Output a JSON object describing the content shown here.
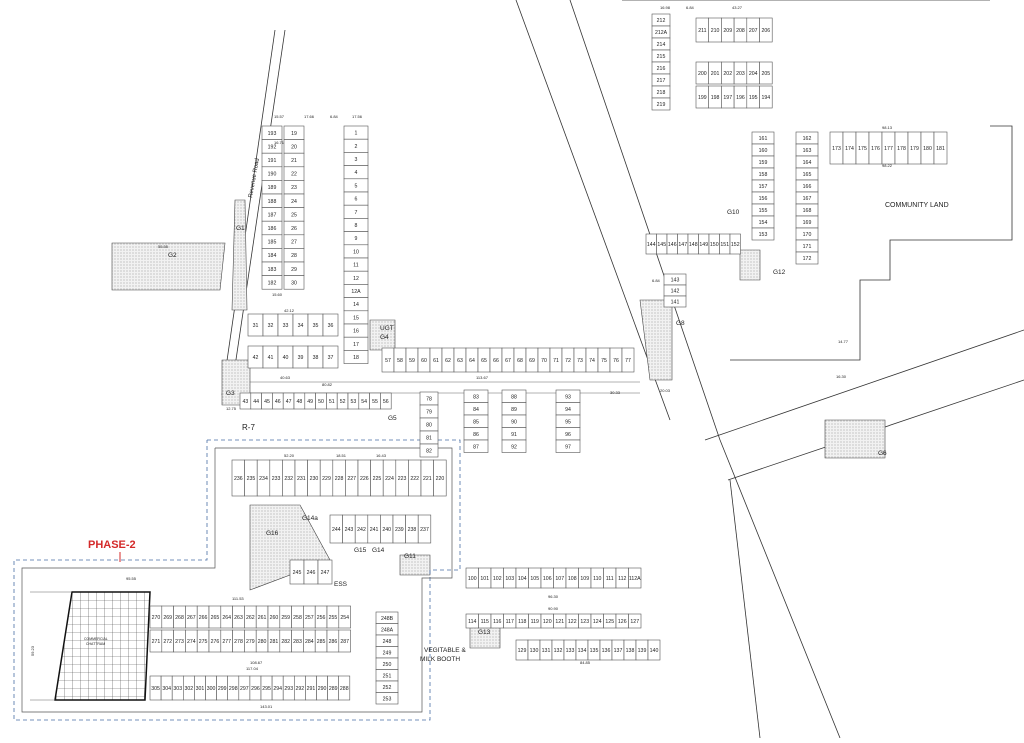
{
  "labels": {
    "phase": "PHASE-2",
    "community": "COMMUNITY LAND",
    "road": "R-7",
    "ugt": "UGT",
    "revenue_road": "Revenue Road",
    "veg_booth_1": "VEGITABLE &",
    "veg_booth_2": "MILK BOOTH",
    "commercial_1": "COMMERCIAL",
    "commercial_2": "CHATTRAM",
    "ess": "ESS"
  },
  "green_areas": [
    "G1",
    "G2",
    "G3",
    "G4",
    "G5",
    "G6",
    "G8",
    "G10",
    "G11",
    "G12",
    "G13",
    "G14",
    "G14a",
    "G15",
    "G16"
  ],
  "blocks": {
    "top_right_top": [
      "211",
      "210",
      "209",
      "208",
      "207",
      "206"
    ],
    "top_right_bottom_a": [
      "200",
      "201",
      "202",
      "203",
      "204",
      "205"
    ],
    "top_right_bottom_b": [
      "199",
      "198",
      "197",
      "196",
      "195",
      "194"
    ],
    "top_right_left": [
      "212",
      "212A",
      "214",
      "215",
      "216",
      "217",
      "218",
      "219"
    ],
    "right_col_a": [
      "161",
      "160",
      "159",
      "158",
      "157",
      "156",
      "155",
      "154",
      "153"
    ],
    "right_col_b": [
      "162",
      "163",
      "164",
      "165",
      "166",
      "167",
      "168",
      "169",
      "170",
      "171",
      "172"
    ],
    "right_row": [
      "173",
      "174",
      "175",
      "176",
      "177",
      "178",
      "179",
      "180",
      "181"
    ],
    "mid_right_row": [
      "144",
      "145",
      "146",
      "147",
      "148",
      "149",
      "150",
      "151",
      "152"
    ],
    "mid_right_small": [
      "143",
      "142",
      "141"
    ],
    "col_left_a": [
      "193",
      "192",
      "191",
      "190",
      "189",
      "188",
      "187",
      "186",
      "185",
      "184",
      "183",
      "182"
    ],
    "col_left_b": [
      "19",
      "20",
      "21",
      "22",
      "23",
      "24",
      "25",
      "26",
      "27",
      "28",
      "29",
      "30"
    ],
    "col_center": [
      "1",
      "2",
      "3",
      "4",
      "5",
      "6",
      "7",
      "8",
      "9",
      "10",
      "11",
      "12",
      "12A",
      "14",
      "15",
      "16",
      "17",
      "18"
    ],
    "mid_block_top": [
      "31",
      "32",
      "33",
      "34",
      "35",
      "36"
    ],
    "mid_block_bottom": [
      "42",
      "41",
      "40",
      "39",
      "38",
      "37"
    ],
    "long_row": [
      "57",
      "58",
      "59",
      "60",
      "61",
      "62",
      "63",
      "64",
      "65",
      "66",
      "67",
      "68",
      "69",
      "70",
      "71",
      "72",
      "73",
      "74",
      "75",
      "76",
      "77"
    ],
    "lower_row": [
      "43",
      "44",
      "45",
      "46",
      "47",
      "48",
      "49",
      "50",
      "51",
      "52",
      "53",
      "54",
      "55",
      "56"
    ],
    "block_78": [
      "78",
      "79",
      "80",
      "81",
      "82"
    ],
    "block_83": [
      "83",
      "84",
      "85",
      "86",
      "87"
    ],
    "block_88": [
      "88",
      "89",
      "90",
      "91",
      "92"
    ],
    "block_93": [
      "93",
      "94",
      "95",
      "96",
      "97"
    ],
    "row_220": [
      "236",
      "235",
      "234",
      "233",
      "232",
      "231",
      "230",
      "229",
      "228",
      "227",
      "226",
      "225",
      "224",
      "223",
      "222",
      "221",
      "220"
    ],
    "row_244": [
      "244",
      "243",
      "242",
      "241",
      "240",
      "239",
      "238",
      "237"
    ],
    "small_245": [
      "245",
      "246",
      "247"
    ],
    "row_100": [
      "100",
      "101",
      "102",
      "103",
      "104",
      "105",
      "106",
      "107",
      "108",
      "109",
      "110",
      "111",
      "112",
      "112A"
    ],
    "row_114": [
      "114",
      "115",
      "116",
      "117",
      "118",
      "119",
      "120",
      "121",
      "122",
      "123",
      "124",
      "125",
      "126",
      "127"
    ],
    "row_129": [
      "129",
      "130",
      "131",
      "132",
      "133",
      "134",
      "135",
      "136",
      "137",
      "138",
      "139",
      "140"
    ],
    "row_270": [
      "270",
      "269",
      "268",
      "267",
      "266",
      "265",
      "264",
      "263",
      "262",
      "261",
      "260",
      "259",
      "258",
      "257",
      "256",
      "255",
      "254"
    ],
    "row_271": [
      "271",
      "272",
      "273",
      "274",
      "275",
      "276",
      "277",
      "278",
      "279",
      "280",
      "281",
      "282",
      "283",
      "284",
      "285",
      "286",
      "287"
    ],
    "row_305": [
      "305",
      "304",
      "303",
      "302",
      "301",
      "300",
      "299",
      "298",
      "297",
      "296",
      "295",
      "294",
      "293",
      "292",
      "291",
      "290",
      "289",
      "288"
    ],
    "col_248": [
      "248B",
      "248A",
      "248",
      "249",
      "250",
      "251",
      "252",
      "253"
    ]
  },
  "dimensions": [
    "16.98",
    "6.84",
    "43.27",
    "15.57",
    "17.66",
    "6.84",
    "17.56",
    "16.71",
    "42.12",
    "40.63",
    "80.82",
    "113.67",
    "52.20",
    "18.51",
    "16.43",
    "95.55",
    "111.53",
    "108.67",
    "117.04",
    "143.01",
    "96.30",
    "90.90",
    "84.85",
    "98.13",
    "98.22",
    "14.77",
    "16.30",
    "15.60",
    "12.75",
    "55.55",
    "6.84",
    "30.33",
    "20.03",
    "59.23"
  ]
}
